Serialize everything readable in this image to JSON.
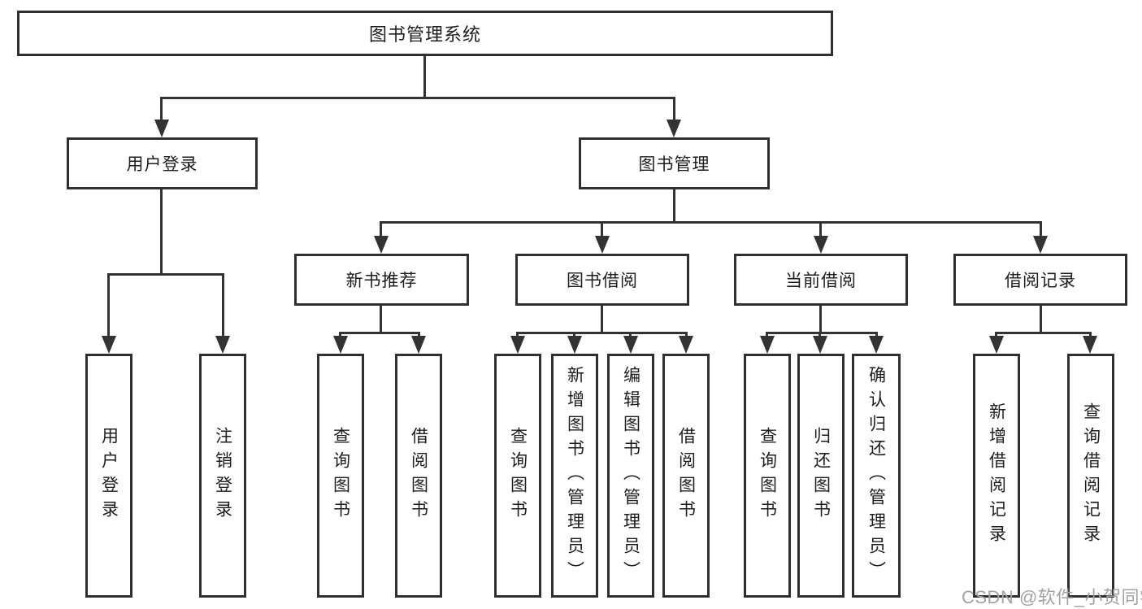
{
  "colors": {
    "line": "#333333",
    "border": "#2f2f2f",
    "text": "#1d1d1d",
    "background": "#ffffff",
    "watermark": "#a3a3a3"
  },
  "watermark": {
    "text": "CSDN @软件_小贺同学"
  },
  "tree": {
    "label": "图书管理系统",
    "children": [
      {
        "label": "用户登录",
        "children": [
          {
            "label": "用户登录"
          },
          {
            "label": "注销登录"
          }
        ]
      },
      {
        "label": "图书管理",
        "children": [
          {
            "label": "新书推荐",
            "children": [
              {
                "label": "查询图书"
              },
              {
                "label": "借阅图书"
              }
            ]
          },
          {
            "label": "图书借阅",
            "children": [
              {
                "label": "查询图书"
              },
              {
                "label": "新增图书（管理员）"
              },
              {
                "label": "编辑图书（管理员）"
              },
              {
                "label": "借阅图书"
              }
            ]
          },
          {
            "label": "当前借阅",
            "children": [
              {
                "label": "查询图书"
              },
              {
                "label": "归还图书"
              },
              {
                "label": "确认归还（管理员）"
              }
            ]
          },
          {
            "label": "借阅记录",
            "children": [
              {
                "label": "新增借阅记录"
              },
              {
                "label": "查询借阅记录"
              }
            ]
          }
        ]
      }
    ]
  }
}
